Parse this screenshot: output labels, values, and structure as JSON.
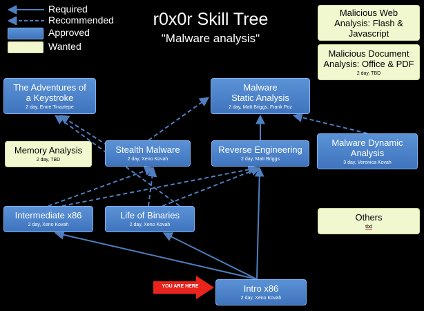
{
  "title": "r0x0r Skill Tree",
  "subtitle": "\"Malware analysis\"",
  "legend": {
    "required": "Required",
    "recommended": "Recommended",
    "approved": "Approved",
    "wanted": "Wanted"
  },
  "colors": {
    "approved_fill": "#4a80c8",
    "approved_border": "#7fb0ee",
    "wanted_fill": "#f1f8d0",
    "edge": "#4f7fc0",
    "marker": "#e8241c"
  },
  "marker_label": "YOU ARE HERE",
  "nodes": {
    "adventures": {
      "title": "The Adventures of\na Keystroke",
      "sub": "2 day, Emre Tinaztepe"
    },
    "static": {
      "title": "Malware\nStatic Analysis",
      "sub": "2 day, Matt Briggs, Frank Poz"
    },
    "web": {
      "title": "Malicious Web\nAnalysis: Flash &\nJavascript",
      "sub": ""
    },
    "document": {
      "title": "Malicious Document\nAnalysis: Office & PDF",
      "sub": "2 day, TBD"
    },
    "memory": {
      "title": "Memory Analysis",
      "sub": "2 day, TBD"
    },
    "stealth": {
      "title": "Stealth Malware",
      "sub": "2 day, Xeno Kovah"
    },
    "reverse": {
      "title": "Reverse Engineering",
      "sub": "2 day, Matt Briggs"
    },
    "dynamic": {
      "title": "Malware Dynamic\nAnalysis",
      "sub": "3 day, Veronica Kovah"
    },
    "intermediate": {
      "title": "Intermediate x86",
      "sub": "2 day, Xeno Kovah"
    },
    "binaries": {
      "title": "Life of Binaries",
      "sub": "2 day, Xeno Kovah"
    },
    "others": {
      "title": "Others",
      "sub": "tbd"
    },
    "intro": {
      "title": "Intro x86",
      "sub": "2 day, Xeno Kovah"
    }
  }
}
